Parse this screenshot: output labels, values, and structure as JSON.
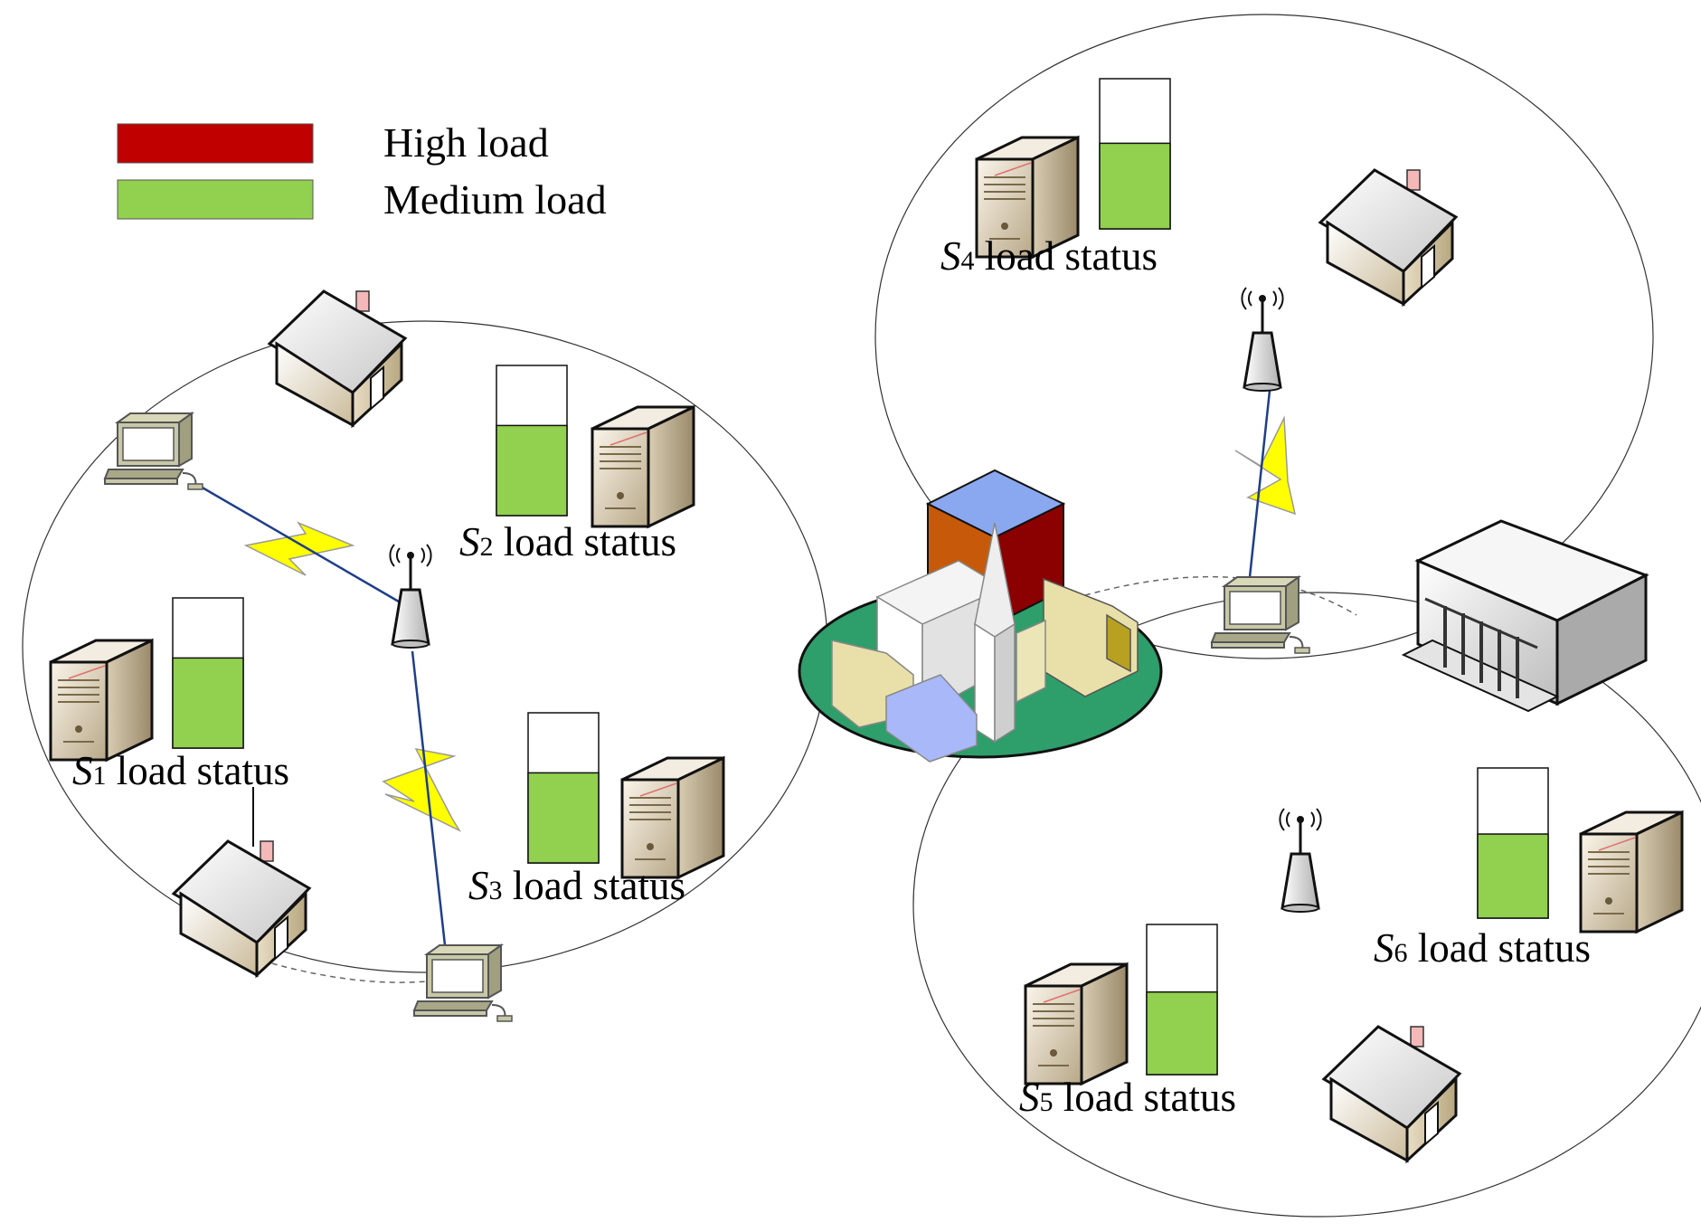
{
  "legend": {
    "high_label": "High load",
    "medium_label": "Medium load",
    "high_color": "#c00000",
    "medium_color": "#92d050"
  },
  "servers": [
    {
      "id": "S1",
      "prefix": "S",
      "sub": "1",
      "suffix": " load status",
      "level": 0.6
    },
    {
      "id": "S2",
      "prefix": "S",
      "sub": "2",
      "suffix": " load status",
      "level": 0.6
    },
    {
      "id": "S3",
      "prefix": "S",
      "sub": "3",
      "suffix": " load status",
      "level": 0.6
    },
    {
      "id": "S4",
      "prefix": "S",
      "sub": "4",
      "suffix": " load status",
      "level": 0.57
    },
    {
      "id": "S5",
      "prefix": "S",
      "sub": "5",
      "suffix": " load status",
      "level": 0.55
    },
    {
      "id": "S6",
      "prefix": "S",
      "sub": "6",
      "suffix": " load status",
      "level": 0.56
    }
  ],
  "icons": {
    "server": "server-tower-icon",
    "house": "house-icon",
    "computer": "desktop-computer-icon",
    "antenna": "antenna-tower-icon",
    "lightning": "wireless-link-icon",
    "city": "city-hub-icon",
    "building": "office-building-icon"
  }
}
